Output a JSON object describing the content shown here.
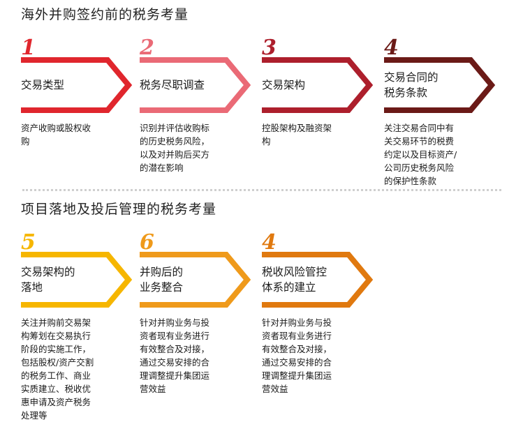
{
  "colors": {
    "step1": "#e0262d",
    "step2": "#ea6a76",
    "step3": "#ad1f2c",
    "step4": "#6b1a17",
    "step5": "#f6b600",
    "step6": "#ef9a1b",
    "step7": "#e0790f"
  },
  "sections": [
    {
      "title": "海外并购签约前的税务考量",
      "steps": [
        {
          "number": "1",
          "label": "交易类型",
          "description": "资产收购或股权收\n购"
        },
        {
          "number": "2",
          "label": "税务尽职调查",
          "description": "识别并评估收购标\n的历史税务风险，\n以及对并购后买方\n的潜在影响"
        },
        {
          "number": "3",
          "label": "交易架构",
          "description": "控股架构及融资架\n构"
        },
        {
          "number": "4",
          "label": "交易合同的\n税务条款",
          "description": "关注交易合同中有\n关交易环节的税费\n约定以及目标资产/\n公司历史税务风险\n的保护性条款"
        }
      ]
    },
    {
      "title": "项目落地及投后管理的税务考量",
      "steps": [
        {
          "number": "5",
          "label": "交易架构的\n落地",
          "description": "关注并购前交易架\n构筹划在交易执行\n阶段的实施工作，\n包括股权/资产交割\n的税务工作、商业\n实质建立、税收优\n惠申请及资产税务\n处理等"
        },
        {
          "number": "6",
          "label": "并购后的\n业务整合",
          "description": "针对并购业务与投\n资者现有业务进行\n有效整合及对接，\n通过交易安排的合\n理调整提升集团运\n营效益"
        },
        {
          "number": "4",
          "label": "税收风险管控\n体系的建立",
          "description": "针对并购业务与投\n资者现有业务进行\n有效整合及对接，\n通过交易安排的合\n理调整提升集团运\n营效益"
        }
      ]
    }
  ]
}
